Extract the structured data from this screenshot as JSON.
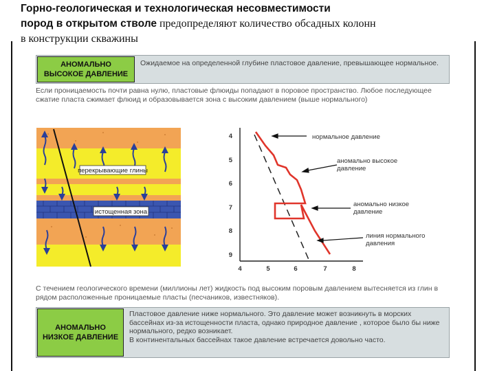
{
  "heading": {
    "line1_bold": "Горно-геологическая и технологическая несовместимости",
    "line2_bold": "пород в открытом стволе",
    "line2_rest": " предопределяют количество обсадных колонн",
    "line3": "в конструкции скважины"
  },
  "top_box": {
    "label_line1": "АНОМАЛЬНО",
    "label_line2": "ВЫСОКОЕ ДАВЛЕНИЕ",
    "text": "Ожидаемое на определенной глубине пластовое давление, превышающее нормальное."
  },
  "top_paragraph": "Если проницаемость почти равна нулю, пластовые флюиды попадают в поровое пространство. Любое последующее сжатие пласта сжимает флюид и образовывается зона с высоким давлением (выше нормального)",
  "diagram": {
    "label_overlying_clays": "перекрывающие глины",
    "label_depleted_zone": "истощенная зона",
    "depth_ticks": [
      "4",
      "5",
      "6",
      "7",
      "8",
      "9"
    ],
    "x_ticks": [
      "4",
      "5",
      "6",
      "7",
      "8"
    ],
    "callout_normal": "нормальное давление",
    "callout_high": "аномально высокое давление",
    "callout_low": "аномально низкое давление",
    "callout_normal_line": "линия нормального давления",
    "colors": {
      "red": "#e0352b",
      "sand": "#f4ec2a",
      "clay": "#f2a454",
      "blue": "#2a3f9a",
      "depleted": "#3b56b0"
    }
  },
  "bottom_paragraph": "С течением геологического времени (миллионы лет) жидкость под высоким поровым давлением вытесняется из глин в рядом расположенные проницаемые пласты (песчаников, известняков).",
  "bottom_box": {
    "label_line1": "АНОМАЛЬНО",
    "label_line2": "НИЗКОЕ ДАВЛЕНИЕ",
    "text": "Пластовое давление ниже нормального. Это давление может возникнуть в морских бассейнах из-за истощенности пласта, однако природное давление , которое было бы ниже нормального, редко возникает.",
    "text2": "В континентальных бассейнах такое давление встречается довольно часто."
  }
}
